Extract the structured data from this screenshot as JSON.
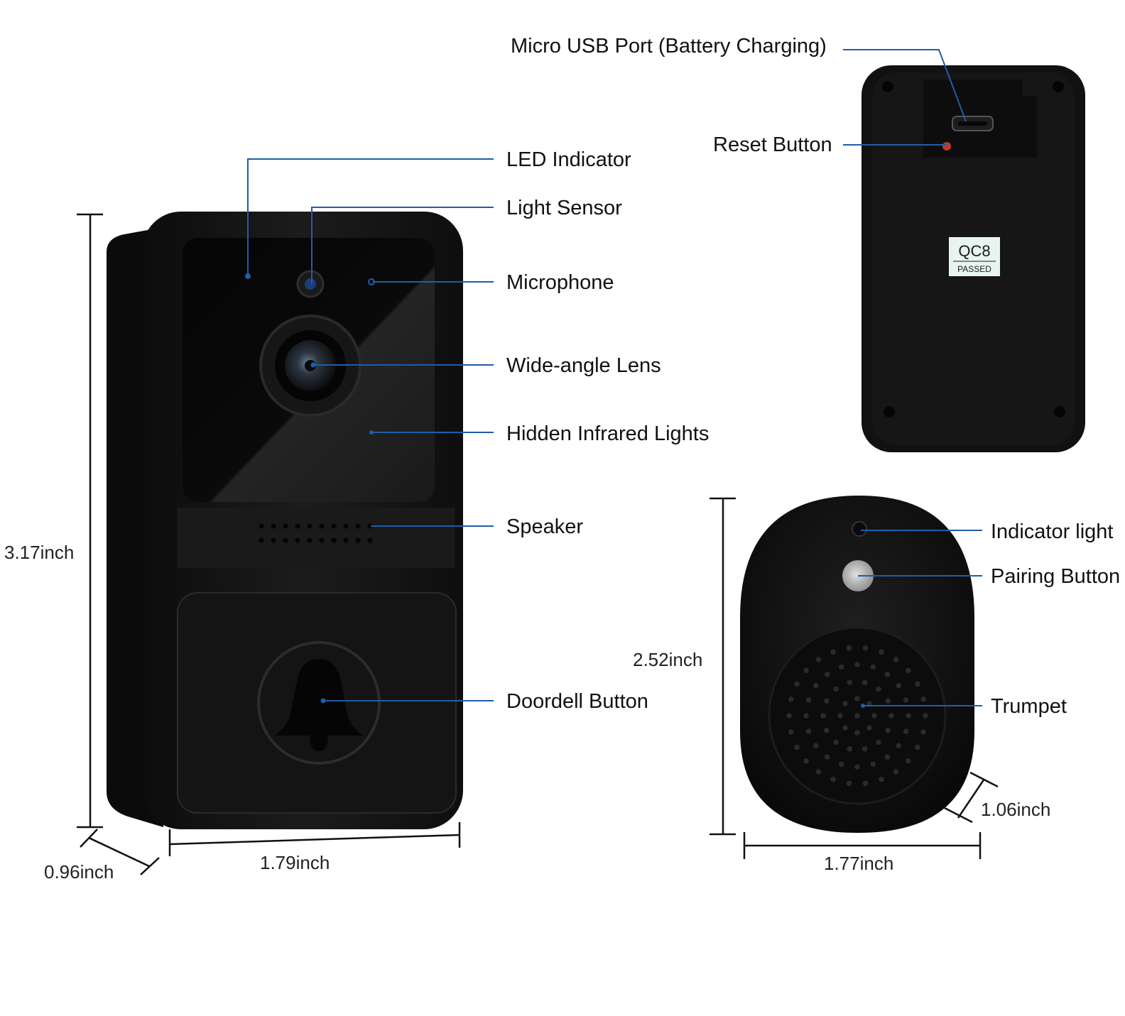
{
  "callouts": {
    "micro_usb": "Micro USB Port (Battery Charging)",
    "reset_button": "Reset Button",
    "led_indicator": "LED Indicator",
    "light_sensor": "Light Sensor",
    "microphone": "Microphone",
    "wide_angle_lens": "Wide-angle Lens",
    "infrared_lights": "Hidden Infrared Lights",
    "speaker": "Speaker",
    "doorbell_button": "Doordell Button",
    "indicator_light": "Indicator light",
    "pairing_button": "Pairing Button",
    "trumpet": "Trumpet"
  },
  "dimensions": {
    "doorbell_height": "3.17inch",
    "doorbell_depth": "0.96inch",
    "doorbell_width": "1.79inch",
    "chime_height": "2.52inch",
    "chime_width": "1.77inch",
    "chime_depth": "1.06inch"
  },
  "back_label": {
    "code": "QC8",
    "status": "PASSED"
  },
  "colors": {
    "leader_line": "#1f5ea8",
    "device_body": "#111111",
    "reset_dot": "#c0392b"
  }
}
